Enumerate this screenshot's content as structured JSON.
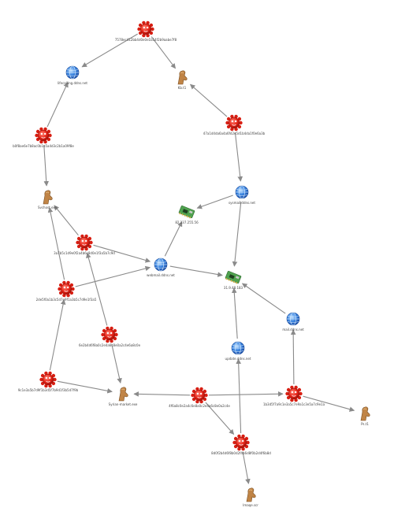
{
  "graph": {
    "edge_color": "#8a8a8a",
    "label_color": "#444444",
    "node_types": {
      "malware": {
        "icon": "red-virus-icon",
        "color": "#e8261a"
      },
      "domain": {
        "icon": "blue-globe-icon",
        "color": "#2a6fd6"
      },
      "ip": {
        "icon": "green-network-card-icon",
        "color": "#3f8f3f"
      },
      "file": {
        "icon": "brown-file-icon",
        "color": "#b07a3c"
      }
    },
    "nodes": [
      {
        "id": "n1",
        "type": "malware",
        "label": "7578ec412bb4d0e0e1b54f2b9aabe7f8"
      },
      {
        "id": "n2",
        "type": "domain",
        "label": "lifecalling.ddns.net"
      },
      {
        "id": "n3",
        "type": "file",
        "label": "Kb.t1"
      },
      {
        "id": "n4",
        "type": "malware",
        "label": "47a1d4da6a4a6fd2e5d1b4da1f0e6a3b"
      },
      {
        "id": "n5",
        "type": "malware",
        "label": "b0f8ae6e7b8ac0b1e5a4d3c2b1a09f8e"
      },
      {
        "id": "n6",
        "type": "file",
        "label": "Svchost.exe"
      },
      {
        "id": "n7",
        "type": "domain",
        "label": "sysmail.ddns.net"
      },
      {
        "id": "n8",
        "type": "ip",
        "label": "82.137.255.56"
      },
      {
        "id": "n9",
        "type": "malware",
        "label": "3a7b5c1d9e0f2a4b6c8d0e1f3a5b7c9d"
      },
      {
        "id": "n10",
        "type": "domain",
        "label": "webmail.ddns.net"
      },
      {
        "id": "n11",
        "type": "ip",
        "label": "31.9.48.183"
      },
      {
        "id": "n12",
        "type": "malware",
        "label": "2de5f0a1b3c5d7e9f1a3b5c7d9e1f3a5"
      },
      {
        "id": "n13",
        "type": "domain",
        "label": "update.ddns.net"
      },
      {
        "id": "n14",
        "type": "malware",
        "label": "6e2b4d6f8a0c2e4a6c8e0a2c4e6a8c0e"
      },
      {
        "id": "n15",
        "type": "domain",
        "label": "mail.ddns.net"
      },
      {
        "id": "n16",
        "type": "malware",
        "label": "9c1e3a5b7d9f1b3d5f7b9d1f3b5d7f9b"
      },
      {
        "id": "n17",
        "type": "file",
        "label": "Syrian-market.exe"
      },
      {
        "id": "n18",
        "type": "malware",
        "label": "4f6a8c0e2a4c6e8a0c2e4a6c8e0a2c4e"
      },
      {
        "id": "n19",
        "type": "malware",
        "label": "8d0f2b4d6f8b0d2f4b6d8f0b2d4f6b8d"
      },
      {
        "id": "n20",
        "type": "file",
        "label": "Ps.t1"
      },
      {
        "id": "n21",
        "type": "malware",
        "label": "1b3d5f7a9c1e3a5c7e9a1c3e5a7c9e1a"
      },
      {
        "id": "n22",
        "type": "file",
        "label": "Imaqe.scr"
      }
    ],
    "edges": [
      [
        "n1",
        "n2"
      ],
      [
        "n1",
        "n3"
      ],
      [
        "n4",
        "n3"
      ],
      [
        "n4",
        "n7"
      ],
      [
        "n5",
        "n2"
      ],
      [
        "n5",
        "n6"
      ],
      [
        "n7",
        "n8"
      ],
      [
        "n7",
        "n11"
      ],
      [
        "n9",
        "n6"
      ],
      [
        "n9",
        "n10"
      ],
      [
        "n10",
        "n8"
      ],
      [
        "n10",
        "n11"
      ],
      [
        "n12",
        "n6"
      ],
      [
        "n12",
        "n10"
      ],
      [
        "n14",
        "n9"
      ],
      [
        "n14",
        "n17"
      ],
      [
        "n16",
        "n12"
      ],
      [
        "n16",
        "n17"
      ],
      [
        "n15",
        "n11"
      ],
      [
        "n13",
        "n11"
      ],
      [
        "n18",
        "n17"
      ],
      [
        "n18",
        "n19"
      ],
      [
        "n18",
        "n21"
      ],
      [
        "n19",
        "n13"
      ],
      [
        "n19",
        "n22"
      ],
      [
        "n21",
        "n15"
      ],
      [
        "n21",
        "n20"
      ]
    ]
  }
}
